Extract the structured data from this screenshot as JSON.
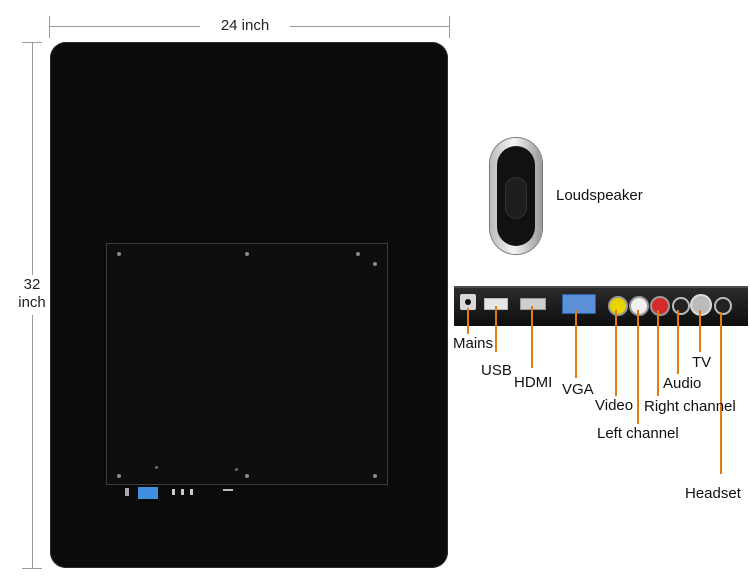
{
  "dimensions": {
    "width_label": "24 inch",
    "height_label_line1": "32",
    "height_label_line2": "inch"
  },
  "speaker": {
    "label": "Loudspeaker"
  },
  "ports": {
    "mains": "Mains",
    "usb": "USB",
    "hdmi": "HDMI",
    "vga": "VGA",
    "video": "Video",
    "left_channel": "Left channel",
    "right_channel": "Right channel",
    "audio": "Audio",
    "tv": "TV",
    "headset": "Headset"
  },
  "colors": {
    "callout": "#e37a13",
    "monitor": "#0b0b0b",
    "vga_port": "#5b8fd6",
    "yellow_jack": "#e8d400",
    "white_jack": "#f0f0f0",
    "red_jack": "#d42a2a"
  }
}
